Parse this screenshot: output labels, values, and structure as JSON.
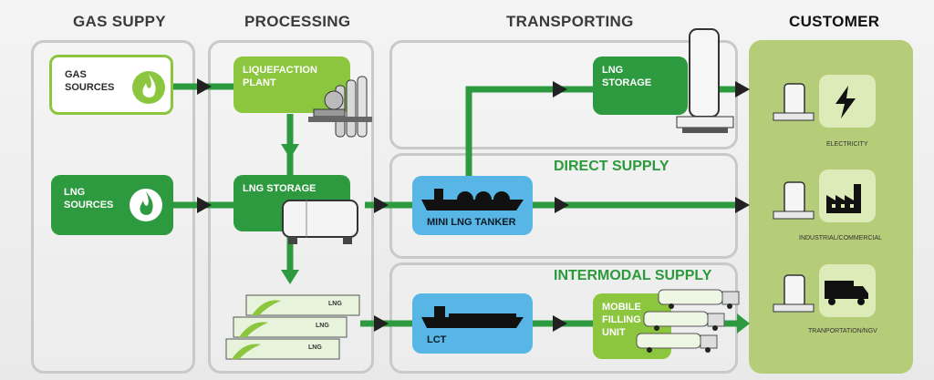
{
  "columns": {
    "gas_supply": "GAS SUPPY",
    "processing": "PROCESSING",
    "transporting": "TRANSPORTING",
    "customer": "CUSTOMER"
  },
  "nodes": {
    "gas_sources": "GAS SOURCES",
    "lng_sources": "LNG SOURCES",
    "liquefaction_plant": "LIQUEFACTION PLANT",
    "lng_storage_processing": "LNG STORAGE",
    "lng_storage_transport": "LNG STORAGE",
    "mini_lng_tanker": "MINI LNG TANKER",
    "lct": "LCT",
    "mobile_filling_unit": "MOBILE FILLING UNIT"
  },
  "sections": {
    "direct_supply": "DIRECT SUPPLY",
    "intermodal_supply": "INTERMODAL SUPPLY"
  },
  "customers": {
    "electricity": "ELECTRICITY",
    "industrial": "INDUSTRIAL/COMMERCIAL",
    "transportation": "TRANPORTATION/NGV"
  },
  "container_label": "LNG",
  "colors": {
    "dark_green": "#2e9a3f",
    "light_green": "#8cc63f",
    "customer_bg": "#b5cc78",
    "blue": "#58b6e6",
    "arrow_head": "#222222"
  }
}
